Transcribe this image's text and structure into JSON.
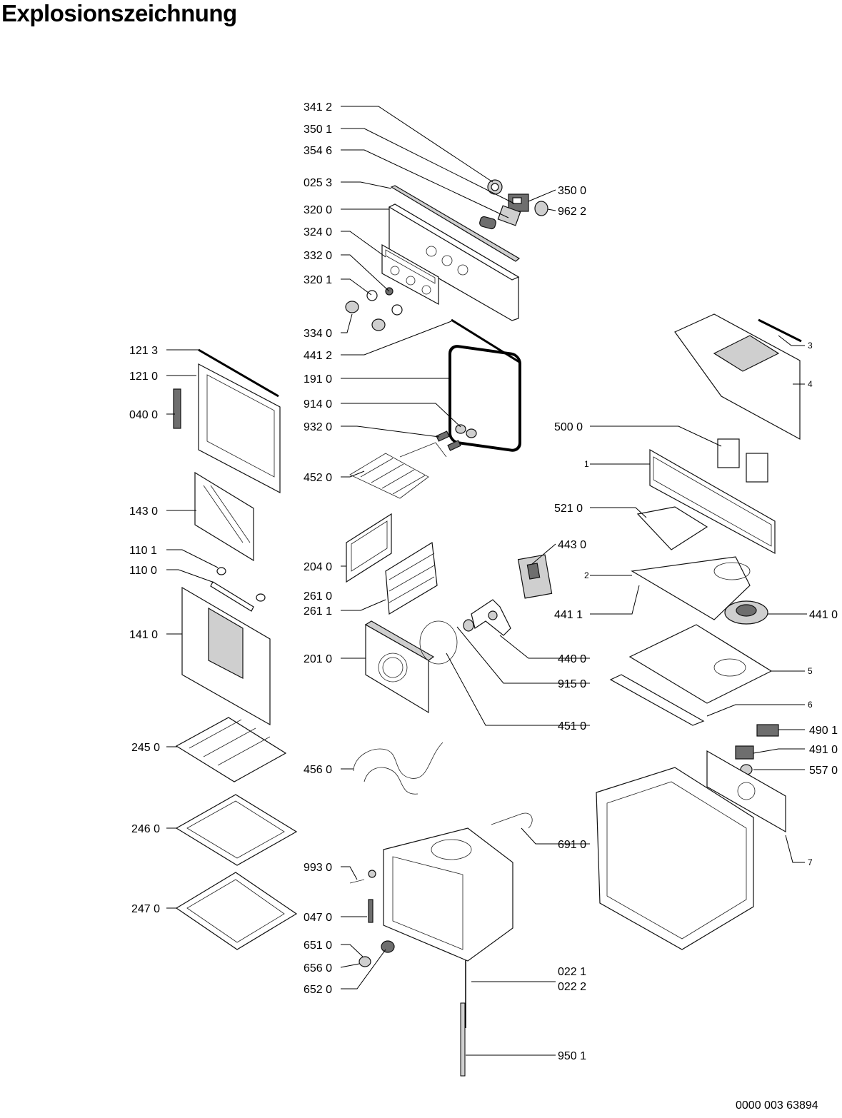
{
  "title": "Explosionszeichnung",
  "document_number": "0000 003 63894",
  "labels": {
    "l_341_2": "341 2",
    "l_350_1": "350 1",
    "l_354_6": "354 6",
    "l_025_3": "025 3",
    "l_320_0": "320 0",
    "l_324_0": "324 0",
    "l_332_0": "332 0",
    "l_320_1": "320 1",
    "l_334_0": "334 0",
    "l_441_2": "441 2",
    "l_191_0": "191 0",
    "l_914_0": "914 0",
    "l_932_0": "932 0",
    "l_452_0": "452 0",
    "l_204_0": "204 0",
    "l_261_0": "261 0",
    "l_261_1": "261 1",
    "l_201_0": "201 0",
    "l_456_0": "456 0",
    "l_993_0": "993 0",
    "l_047_0": "047 0",
    "l_651_0": "651 0",
    "l_656_0": "656 0",
    "l_652_0": "652 0",
    "l_350_0": "350 0",
    "l_962_2": "962 2",
    "l_121_3": "121 3",
    "l_121_0": "121 0",
    "l_040_0": "040 0",
    "l_143_0": "143 0",
    "l_110_1": "110 1",
    "l_110_0": "110 0",
    "l_141_0": "141 0",
    "l_245_0": "245 0",
    "l_246_0": "246 0",
    "l_247_0": "247 0",
    "l_500_0": "500 0",
    "l_1": "1",
    "l_521_0": "521 0",
    "l_443_0": "443 0",
    "l_2": "2",
    "l_441_1": "441 1",
    "l_441_0": "441 0",
    "l_440_0": "440 0",
    "l_915_0": "915 0",
    "l_451_0": "451 0",
    "l_3": "3",
    "l_4": "4",
    "l_5": "5",
    "l_6": "6",
    "l_490_1": "490 1",
    "l_491_0": "491 0",
    "l_557_0": "557 0",
    "l_691_0": "691 0",
    "l_7": "7",
    "l_022_1": "022 1",
    "l_022_2": "022 2",
    "l_950_1": "950 1"
  }
}
